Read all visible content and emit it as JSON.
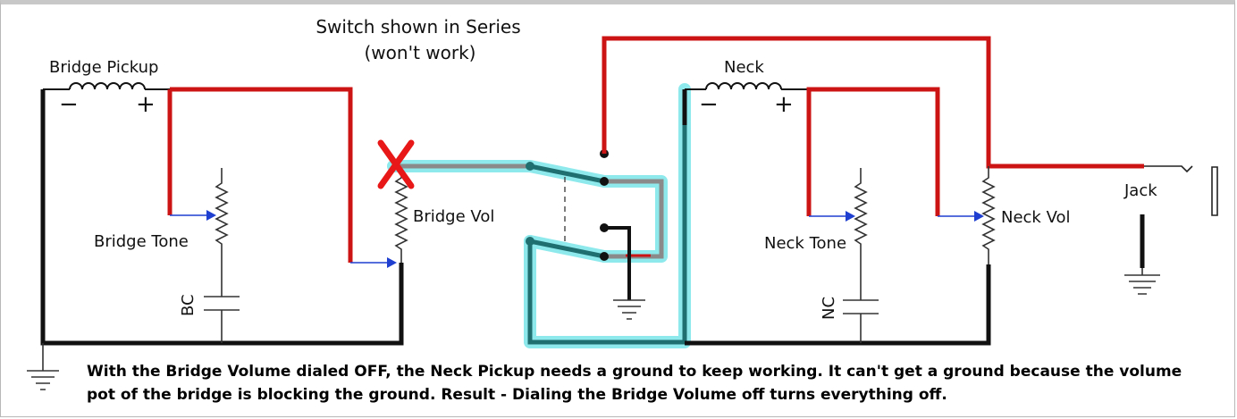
{
  "title": {
    "line1": "Switch shown  in Series",
    "line2": "(won't work)"
  },
  "labels": {
    "bridge_pickup": "Bridge Pickup",
    "bridge_tone": "Bridge Tone",
    "bridge_vol": "Bridge Vol",
    "bc": "BC",
    "neck": "Neck",
    "neck_tone": "Neck Tone",
    "neck_vol": "Neck Vol",
    "nc": "NC",
    "jack": "Jack",
    "minus": "−",
    "plus": "+"
  },
  "caption": {
    "line1": "With the Bridge Volume dialed OFF, the Neck Pickup needs a ground to keep working.  It can't get a ground because the volume",
    "line2": "pot of the bridge is blocking the ground.  Result - Dialing the Bridge Volume off turns everything off."
  },
  "colors": {
    "hot_wire": "#cc1414",
    "ground_wire": "#111111",
    "switch_wire": "#1f7f80",
    "highlight": "#8ee9ec",
    "pot_arrow": "#1f3fd0",
    "cross_mark": "#e81818"
  },
  "icons": {
    "break_mark": "x-mark-icon",
    "ground": "ground-symbol-icon"
  }
}
